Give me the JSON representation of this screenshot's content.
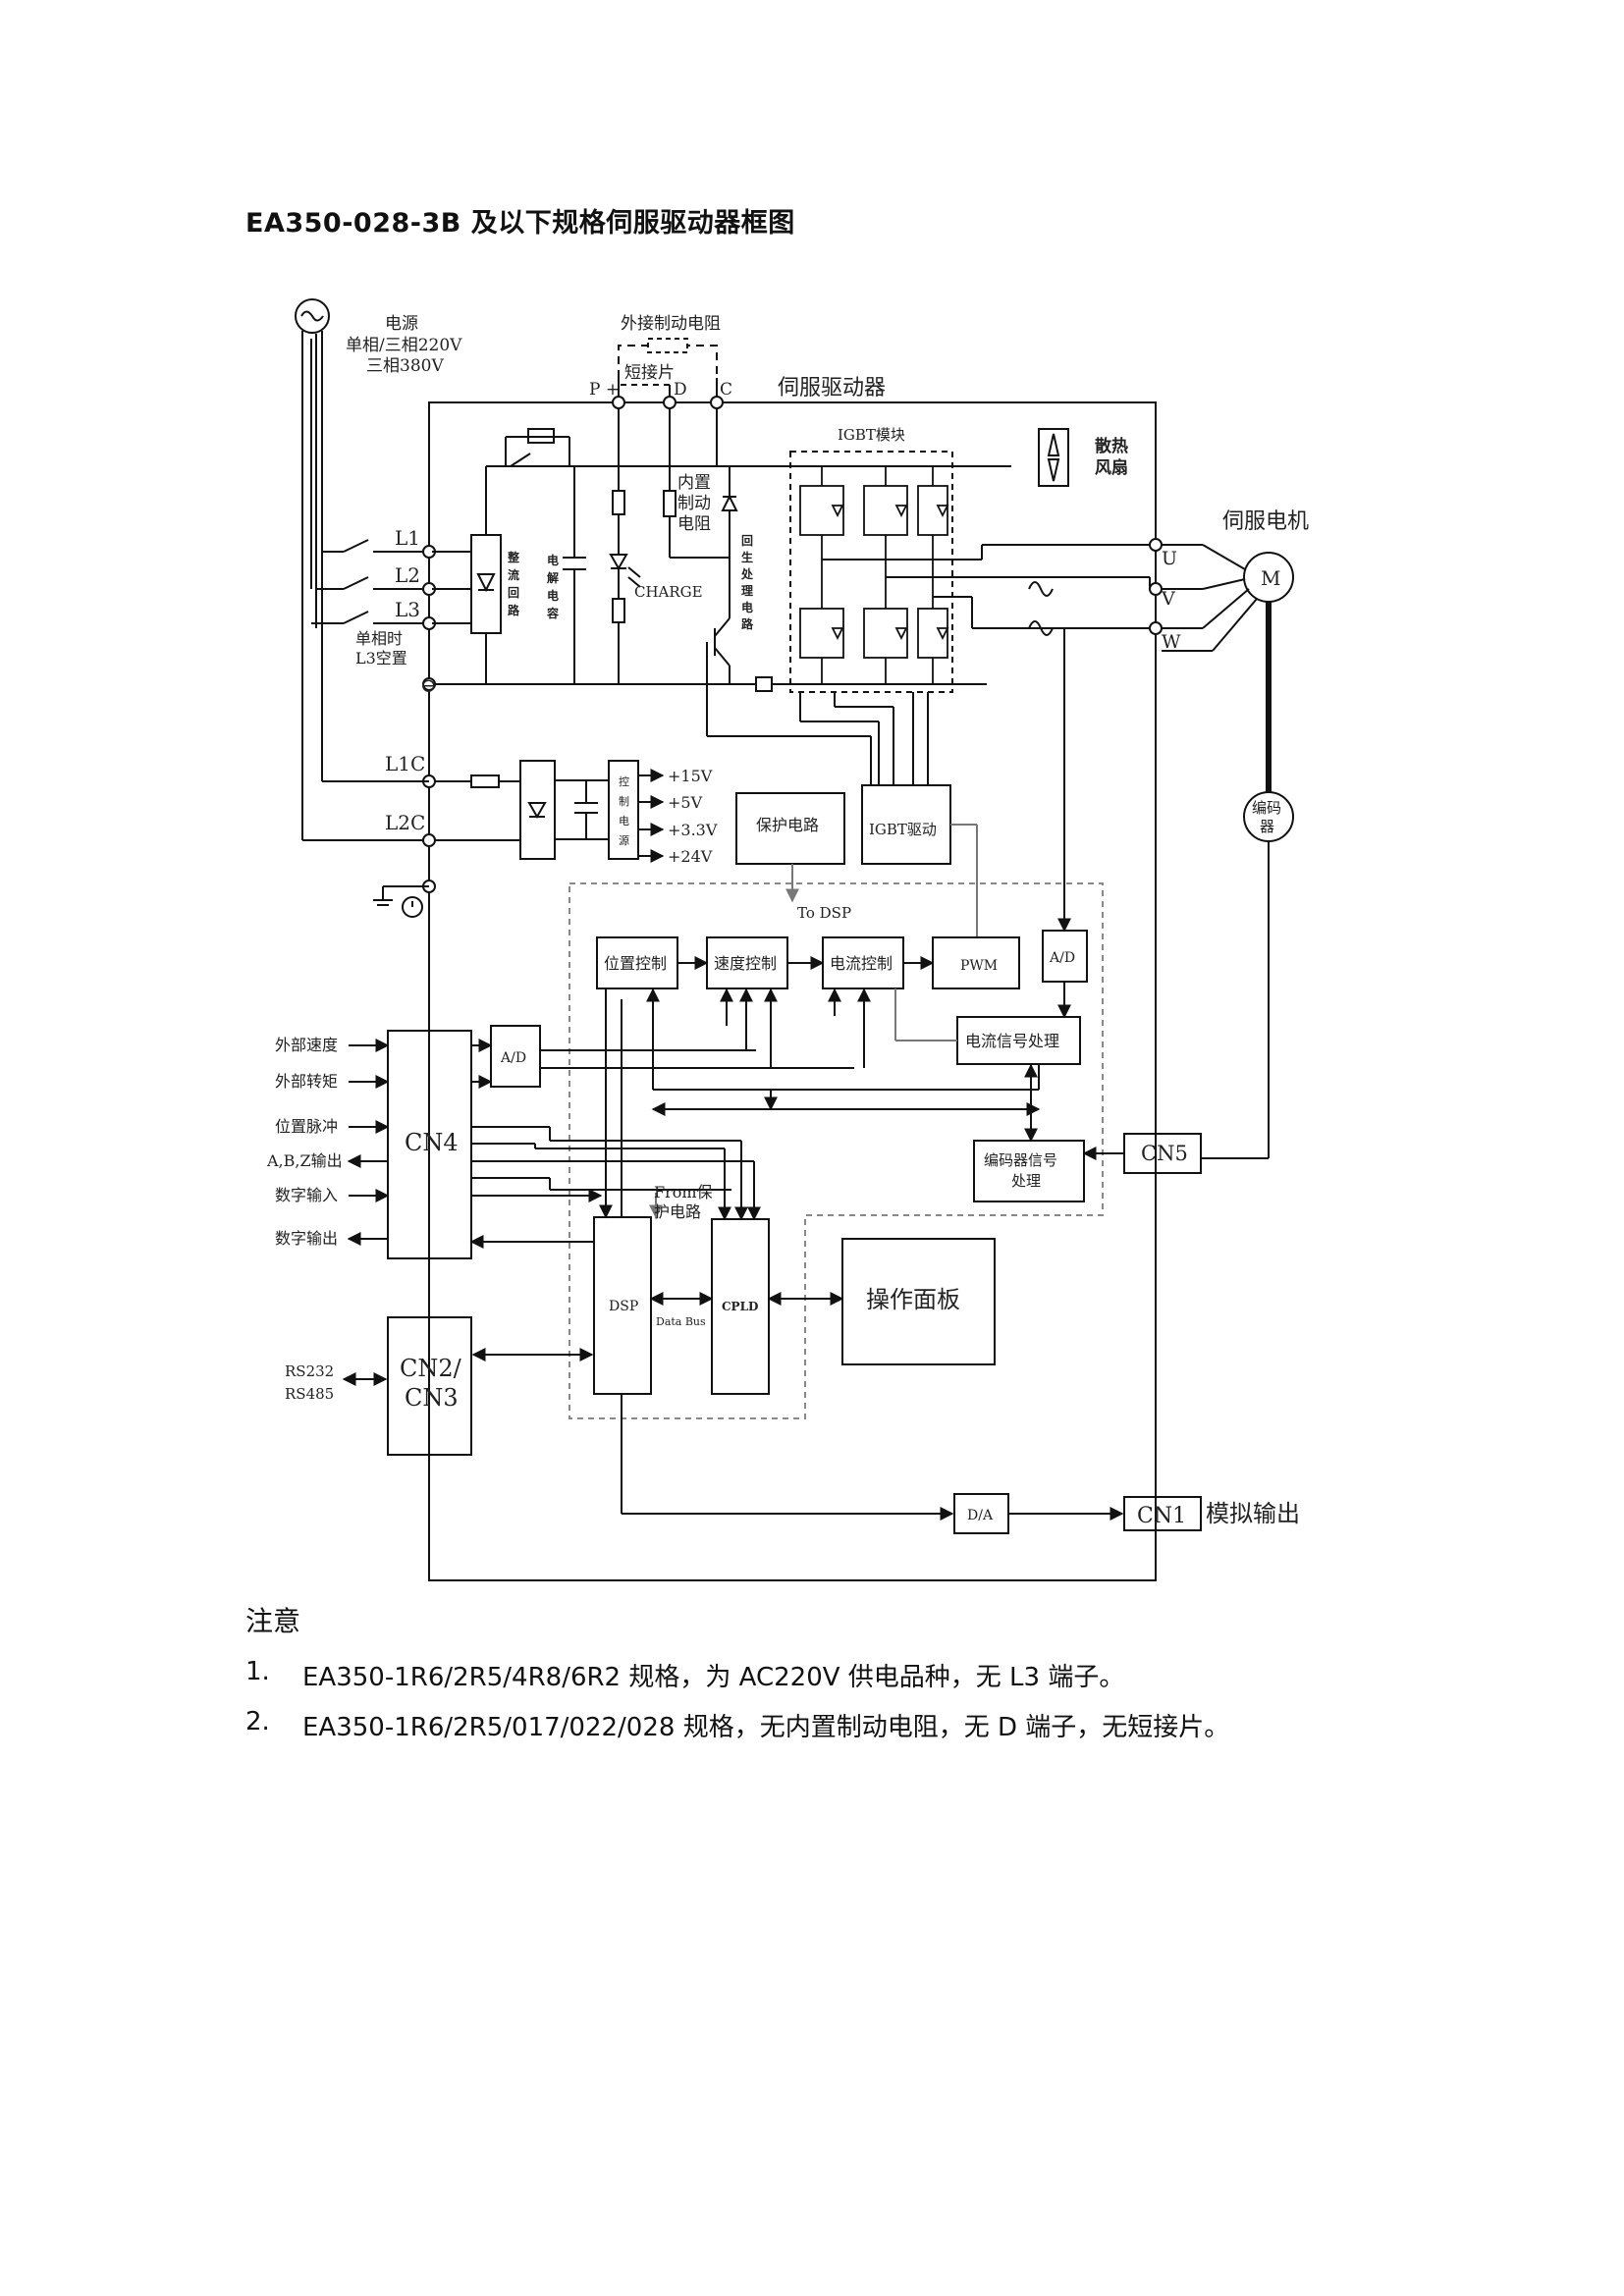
{
  "title": "EA350-028-3B  及以下规格伺服驱动器框图",
  "labels": {
    "power_line1": "电源",
    "power_line2": "单相/三相220V",
    "power_line3": "三相380V",
    "ext_resistor": "外接制动电阻",
    "short_piece": "短接片",
    "p_plus": "P +",
    "d": "D",
    "c": "C",
    "drive": "伺服驱动器",
    "igbt_module": "IGBT模块",
    "fan_line1": "散热",
    "fan_line2": "风扇",
    "motor": "伺服电机",
    "m": "M",
    "u": "U",
    "v": "V",
    "w": "W",
    "l1": "L1",
    "l2": "L2",
    "l3": "L3",
    "single_l3_line1": "单相时",
    "single_l3_line2": "L3空置",
    "minus": "⊖",
    "rect_v": [
      "整",
      "流",
      "回",
      "路"
    ],
    "elec_cap_v": [
      "电",
      "解",
      "电",
      "容"
    ],
    "internal_res_line1": "内置",
    "internal_res_line2": "制动",
    "internal_res_line3": "电阻",
    "regen_v": [
      "回",
      "生",
      "处",
      "理",
      "电",
      "路"
    ],
    "charge": "CHARGE",
    "l1c": "L1C",
    "l2c": "L2C",
    "ctrl_power_v": [
      "控",
      "制",
      "电",
      "源"
    ],
    "v15": "+15V",
    "v5": "+5V",
    "v33": "+3.3V",
    "v24": "+24V",
    "protect": "保护电路",
    "igbt_drive": "IGBT驱动",
    "encoder_line1": "编码",
    "encoder_line2": "器",
    "to_dsp": "To DSP",
    "pos_ctrl": "位置控制",
    "speed_ctrl": "速度控制",
    "current_ctrl": "电流控制",
    "pwm": "PWM",
    "ad": "A/D",
    "current_sig": "电流信号处理",
    "ext_speed": "外部速度",
    "ext_torque": "外部转矩",
    "pos_pulse": "位置脉冲",
    "abz_out": "A,B,Z输出",
    "digital_in": "数字输入",
    "digital_out": "数字输出",
    "cn4": "CN4",
    "cn5": "CN5",
    "enc_sig_line1": "编码器信号",
    "enc_sig_line2": "处理",
    "from_protect_line1": "From保",
    "from_protect_line2": "护电路",
    "dsp": "DSP",
    "cpld": "CPLD",
    "data_bus": "Data Bus",
    "panel": "操作面板",
    "rs232": "RS232",
    "rs485": "RS485",
    "cn23_line1": "CN2/",
    "cn23_line2": "CN3",
    "da": "D/A",
    "cn1": "CN1",
    "analog_out": "模拟输出"
  },
  "notes": {
    "heading": "注意",
    "items": [
      {
        "num": "1.",
        "text": "EA350-1R6/2R5/4R8/6R2 规格，为 AC220V 供电品种，无 L3 端子。"
      },
      {
        "num": "2.",
        "text": "EA350-1R6/2R5/017/022/028 规格，无内置制动电阻，无 D 端子，无短接片。"
      }
    ]
  }
}
